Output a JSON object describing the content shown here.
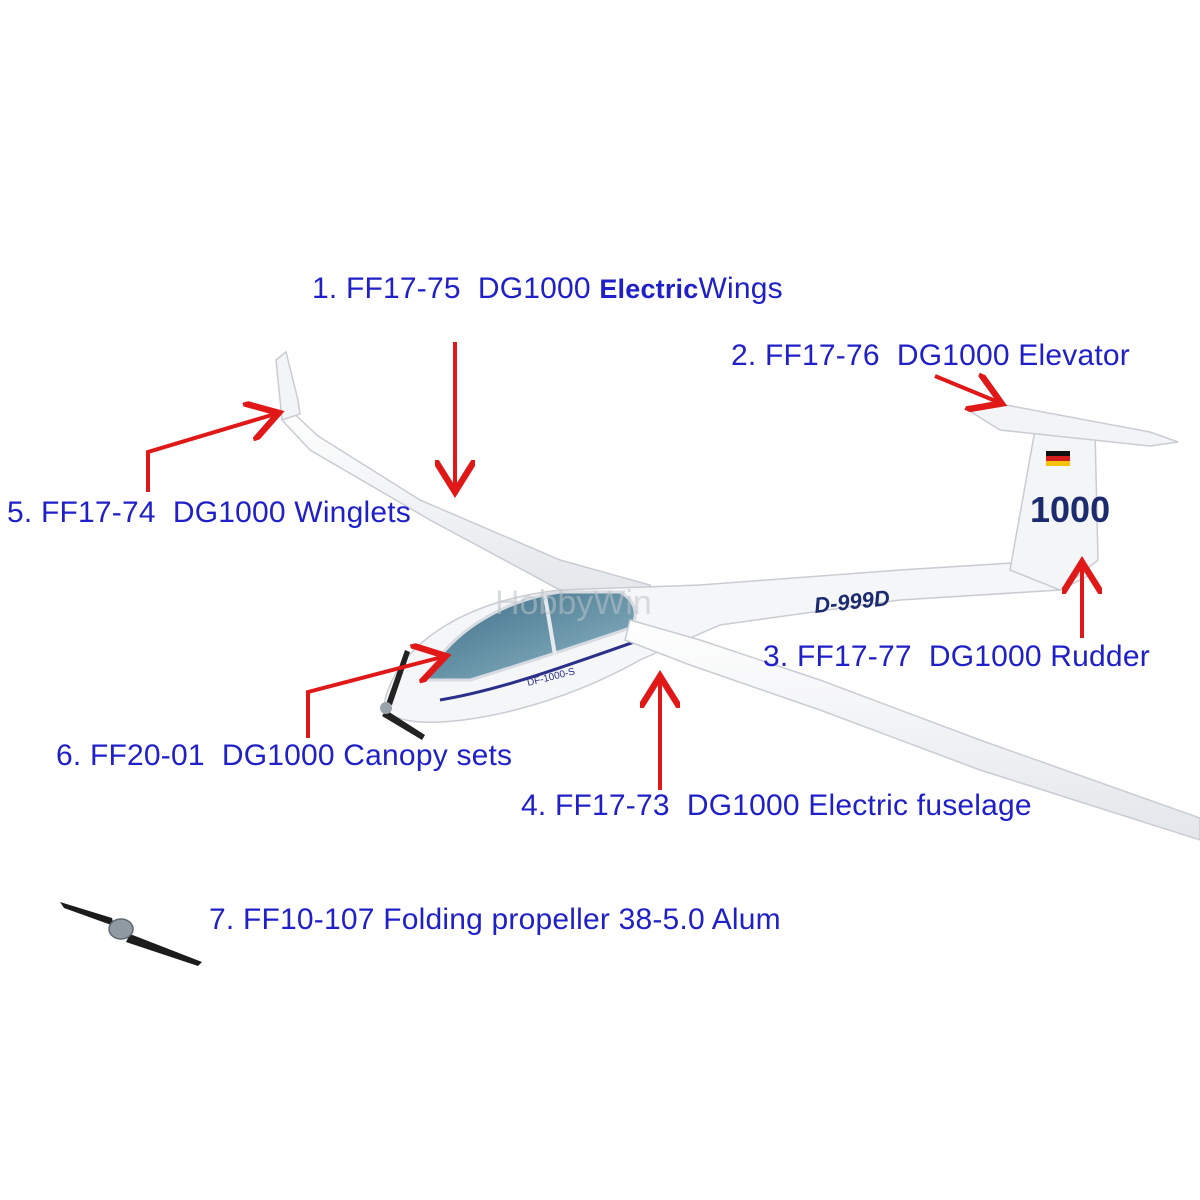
{
  "colors": {
    "label": "#2020c8",
    "arrow": "#e01818",
    "airframe": "#f4f5f7",
    "outline": "#c9ccd2",
    "canopy": "#5f8fa6",
    "registration": "#1c2a6e",
    "stripe": "#2a2f8a"
  },
  "watermark": "HobbyWin",
  "aircraft": {
    "tail_number": "1000",
    "registration": "D-999D",
    "nose_marking": "DF-1000-S",
    "fin_flag": "flag-of-germany-icon"
  },
  "parts": [
    {
      "number": "1.",
      "code": "FF17-75",
      "name_pre": "DG1000 ",
      "name_bold": "Electric",
      "name_post": "Wings"
    },
    {
      "number": "2.",
      "code": "FF17-76",
      "name_pre": "DG1000 Elevator",
      "name_bold": "",
      "name_post": ""
    },
    {
      "number": "3.",
      "code": "FF17-77",
      "name_pre": "DG1000 Rudder",
      "name_bold": "",
      "name_post": ""
    },
    {
      "number": "4.",
      "code": "FF17-73",
      "name_pre": "DG1000 Electric fuselage",
      "name_bold": "",
      "name_post": ""
    },
    {
      "number": "5.",
      "code": "FF17-74",
      "name_pre": "DG1000 Winglets",
      "name_bold": "",
      "name_post": ""
    },
    {
      "number": "6.",
      "code": "FF20-01",
      "name_pre": "DG1000 Canopy sets",
      "name_bold": "",
      "name_post": ""
    },
    {
      "number": "7.",
      "code": "FF10-107",
      "name_pre": "Folding propeller 38-5.0 Alum",
      "name_bold": "",
      "name_post": ""
    }
  ]
}
